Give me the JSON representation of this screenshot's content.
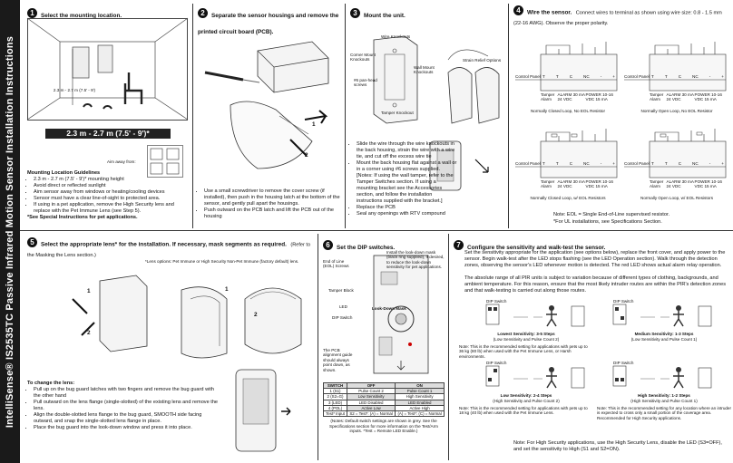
{
  "sidebar_title": "IntelliSense® IS2535TC Passive Infrared Motion Sensor Installation Instructions",
  "step1": {
    "num": "1",
    "title": "Select the mounting location.",
    "height_label": "2.3 m - 2.7 m (7.5' - 9')",
    "dim_banner": "2.3 m - 2.7 m (7.5' - 9')*",
    "aim_away": "Aim away from:",
    "guidelines_title": "Mounting Location Guidelines",
    "guidelines": [
      "2.3 m - 2.7 m (7.5' - 9')* mounting height",
      "Avoid direct or reflected sunlight",
      "Aim sensor away from windows or heating/cooling devices",
      "Sensor must have a clear line-of-sight to protected area.",
      "If using in a pet application, remove the High Security lens and replace with the Pet Immune Lens (see Step 5)."
    ],
    "note": "*See Special Instructions for pet applications."
  },
  "step2": {
    "num": "2",
    "title": "Separate the sensor housings and remove the printed circuit board (PCB).",
    "bullets": [
      "Use a small screwdriver to remove the cover screw (if installed), then push in the housing latch at the bottom of the sensor, and gently pull apart the housings.",
      "Push outward on the PCB latch and lift the PCB out of the housing"
    ],
    "label_1": "1",
    "label_2": "2"
  },
  "step3": {
    "num": "3",
    "title": "Mount the unit.",
    "labels": {
      "wire_knockouts": "Wire Knockouts",
      "corner_mount": "Corner Mount Knockouts",
      "pan_head": "#6 pan-head screws",
      "wall_mount": "Wall Mount Knockouts",
      "tamper": "Tamper Knockout",
      "strain": "Strain Relief Options"
    },
    "bullets": [
      "Slide the wire through the wire knockouts in the back housing, strain the wire with a wire tie, and cut off the excess wire tie",
      "Mount the back housing flat against a wall or in a corner using #6 screws supplied. [Notes: If using the wall tamper, refer to the Tamper Switches section. If using a mounting bracket see the Accessories section, and follow the installation instructions supplied with the bracket.]",
      "Replace the PCB",
      "Seal any openings with RTV compound"
    ]
  },
  "step4": {
    "num": "4",
    "title": "Wire the sensor.",
    "title_rest": "Connect wires to terminal as shown using wire size: 0.8 - 1.5 mm (22-16 AWG). Observe the proper polarity.",
    "terminal_labels": [
      "T",
      "T",
      "C",
      "NC",
      "-",
      "+"
    ],
    "panel_label": "Control Panel",
    "bottom_labels": [
      "Tamper Alarm",
      "ALARM 30 mA 24 VDC",
      "POWER 10-16 VDC 15 mA"
    ],
    "captions": [
      "Normally Closed Loop, No EOL Resistor",
      "Normally Open Loop, No EOL Resistor",
      "Normally Closed Loop, w/ EOL Resistors",
      "Normally Open Loop, w/ EOL Resistors"
    ],
    "note": "Note: EOL = Single End-of-Line supervised resistor.",
    "note2": "*For UL installations, see Specifications Section."
  },
  "step5": {
    "num": "5",
    "title": "Select the appropriate lens* for the installation. If necessary, mask segments as required.",
    "title_rest": "(Refer to the Masking the Lens section.)",
    "subnote": "*Lens options: Pet Immune or High Security Non-Pet Immune (factory default) lens.",
    "change_title": "To change the lens:",
    "bullets": [
      "Pull up on the bug guard latches with two fingers and remove the bug guard with the other hand",
      "Pull outward on the lens flange (single-slotted) of the existing lens and remove the lens.",
      "Align the double-slotted lens flange to the bug guard, SMOOTH side facing outward, and snap the single-slotted lens flange in place.",
      "Place the bug guard into the look-down window and press it into place."
    ],
    "arrow_labels": [
      "1",
      "2",
      "1",
      "2"
    ]
  },
  "step6": {
    "num": "6",
    "title": "Set the DIP switches.",
    "labels": {
      "eol": "End of Line (EOL) Screws",
      "lookdown_note": "Install the look-down mask (black ring supplied), if desired, to reduce the look-down sensitivity for pet applications.",
      "tamper_block": "Tamper Block",
      "led": "LED",
      "dip": "DIP Switch",
      "lookdown_mask": "Look-Down Mask",
      "alignment": "The PCB alignment guide should always point down, as shown."
    },
    "table": {
      "headers": [
        "SWITCH",
        "OFF",
        "ON"
      ],
      "rows": [
        [
          "1 (S1)",
          "Pulse Count 2",
          "Pulse Count 1"
        ],
        [
          "2 (S2=G)",
          "Low Sensitivity",
          "High Sensitivity"
        ],
        [
          "3 (LED)",
          "LED Disabled",
          "LED Enabled"
        ],
        [
          "4 (POL)",
          "Active Low",
          "Active High"
        ],
        [
          "Test* Input",
          "S2 = Test*: (A) = Normal",
          "(A) = Test*: (C) = Normal"
        ]
      ]
    },
    "footnote": "(Notes: Default switch settings are shown in grey. See the Specifications section for more information on the Test/Arm inputs. *Test = Remote LED Enable.)"
  },
  "step7": {
    "num": "7",
    "title": "Configure the sensitivity and walk-test the sensor.",
    "para1": "Set the sensitivity appropriate for the application (see options below), replace the front cover, and apply power to the sensor. Begin walk-test after the LED stops flashing (see the LED Operation section). Walk through the detection zones, observing the sensor's LED whenever motion is detected. The red LED shows actual alarm relay operation.",
    "para2": "The absolute range of all PIR units is subject to variation because of different types of clothing, backgrounds, and ambient temperature. For this reason, ensure that the most likely intruder routes are within the PIR's detection zones and that walk-testing is carried out along those routes.",
    "dip_label": "DIP Switch",
    "options": [
      {
        "title": "Lowest Sensitivity: 3-5 Steps",
        "sub": "(Low Sensitivity and Pulse Count 2)",
        "note": "Note: This is the recommended setting for applications with pets up to 36 kg (80 lb) when used with the Pet Immune Lens, or Harsh environments."
      },
      {
        "title": "Medium Sensitivity: 1-3 Steps",
        "sub": "(Low Sensitivity and Pulse Count 1)",
        "note": ""
      },
      {
        "title": "Low Sensitivity: 2-4 Steps",
        "sub": "(High Sensitivity and Pulse Count 2)",
        "note": "Note: This is the recommended setting for applications with pets up to 18 kg (40 lb) when used with the Pet Immune Lens."
      },
      {
        "title": "High Sensitivity: 1-2 Steps",
        "sub": "(High Sensitivity and Pulse Count 1)",
        "note": "Note: This is the recommended setting for any location where an intruder is expected to cross only a small portion of the coverage area. Recommended for High Security applications."
      }
    ],
    "final_note": "Note: For High Security applications, use the High Security Lens, disable the LED (S3=OFF), and set the sensitivity to High (S1 and S2=ON)."
  }
}
